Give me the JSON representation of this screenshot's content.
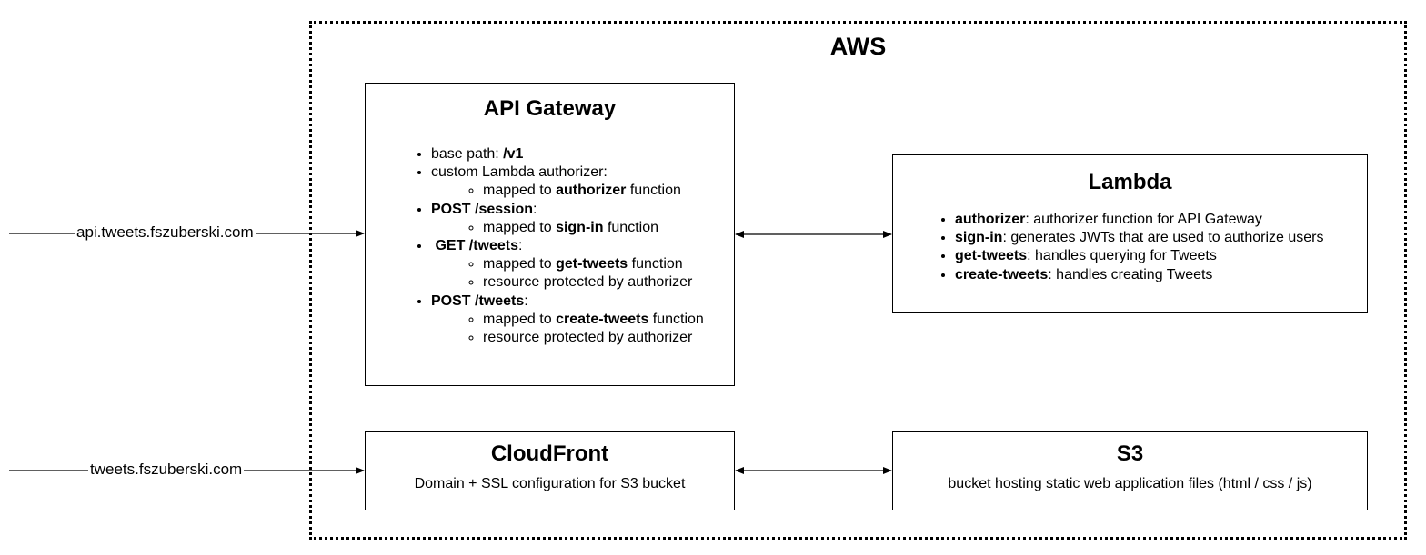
{
  "aws": {
    "title": "AWS"
  },
  "external": {
    "api_domain": "api.tweets.fszuberski.com",
    "web_domain": "tweets.fszuberski.com"
  },
  "api_gateway": {
    "title": "API Gateway",
    "base_path_label": "base path: ",
    "base_path": "/v1",
    "authorizer_item": "custom Lambda authorizer:",
    "authorizer_map_prefix": "mapped to ",
    "authorizer_fn": "authorizer",
    "authorizer_map_suffix": " function",
    "session_route": "POST /session",
    "session_colon": ":",
    "session_map_prefix": "mapped to ",
    "session_fn": "sign-in",
    "session_map_suffix": " function",
    "get_route": " GET /tweets",
    "get_colon": ":",
    "get_map_prefix": "mapped to ",
    "get_fn": "get-tweets",
    "get_map_suffix": " function",
    "get_protected": "resource protected by authorizer",
    "post_route": "POST /tweets",
    "post_colon": ":",
    "post_map_prefix": "mapped to ",
    "post_fn": "create-tweets",
    "post_map_suffix": " function",
    "post_protected": "resource protected by authorizer"
  },
  "lambda": {
    "title": "Lambda",
    "items": [
      {
        "name": "authorizer",
        "desc": ": authorizer function for API Gateway"
      },
      {
        "name": "sign-in",
        "desc": ": generates JWTs that are used to authorize users"
      },
      {
        "name": "get-tweets",
        "desc": ": handles querying for Tweets"
      },
      {
        "name": "create-tweets",
        "desc": ": handles creating Tweets"
      }
    ]
  },
  "cloudfront": {
    "title": "CloudFront",
    "description": "Domain + SSL configuration for S3 bucket"
  },
  "s3": {
    "title": "S3",
    "description": "bucket hosting static web application files (html / css / js)"
  }
}
